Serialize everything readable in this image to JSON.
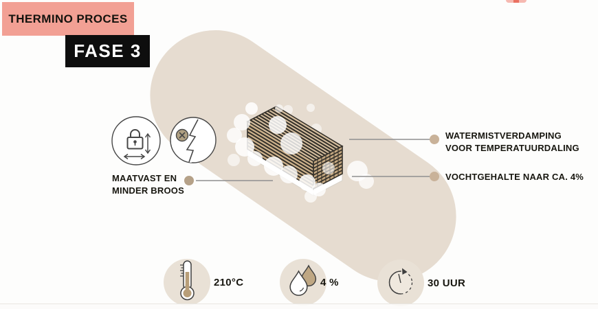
{
  "header": {
    "process_label": "THERMINO PROCES",
    "phase_label": "FASE 3"
  },
  "callouts": {
    "maatvast": {
      "line1": "MAATVAST EN",
      "line2": "MINDER BROOS"
    },
    "watermist": {
      "line1": "WATERMISTVERDAMPING",
      "line2": "VOOR TEMPERATUURDALING"
    },
    "vochtgehalte": {
      "line1": "VOCHTGEHALTE NAAR CA. 4%"
    }
  },
  "stats": [
    {
      "icon": "thermometer-icon",
      "value": "210°C"
    },
    {
      "icon": "water-drops-icon",
      "value": "4 %"
    },
    {
      "icon": "clock-icon",
      "value": "30 UUR"
    }
  ],
  "illustration": {
    "subject": "stacked-timber-bundle-with-water-mist",
    "icons": [
      "dimension-lock-icon",
      "no-cracking-icon"
    ]
  },
  "colors": {
    "accent_pink": "#f2a094",
    "badge_black": "#0e0e0e",
    "capsule_beige": "#e6dcd0",
    "wood_tan": "#d6bf9f",
    "connector_dot_tan": "#bfa88b"
  }
}
